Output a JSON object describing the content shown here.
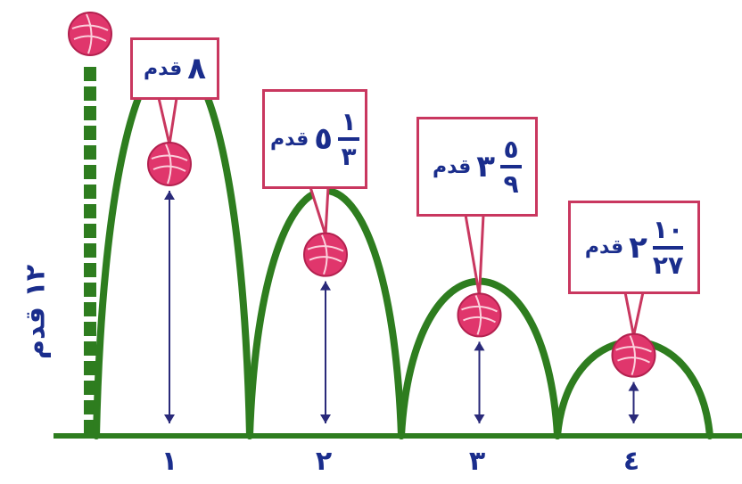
{
  "height_label": "١٢ قدم",
  "unit": "قدم",
  "bounces": [
    {
      "number": "١",
      "height_value": 8,
      "whole": "٨",
      "numerator": "",
      "denominator": ""
    },
    {
      "number": "٢",
      "height_value": 5.333,
      "whole": "٥",
      "numerator": "١",
      "denominator": "٣"
    },
    {
      "number": "٣",
      "height_value": 3.556,
      "whole": "٣",
      "numerator": "٥",
      "denominator": "٩"
    },
    {
      "number": "٤",
      "height_value": 2.37,
      "whole": "٢",
      "numerator": "١٠",
      "denominator": "٢٧"
    }
  ],
  "initial_height_value": 12,
  "colors": {
    "arc": "#2e7d1f",
    "ground": "#2e7d1f",
    "ball": "#e0366c",
    "ball_outline": "#b3214f",
    "arrow": "#2a2a7a",
    "callout_border": "#c9375f",
    "text": "#1a2d8c"
  }
}
